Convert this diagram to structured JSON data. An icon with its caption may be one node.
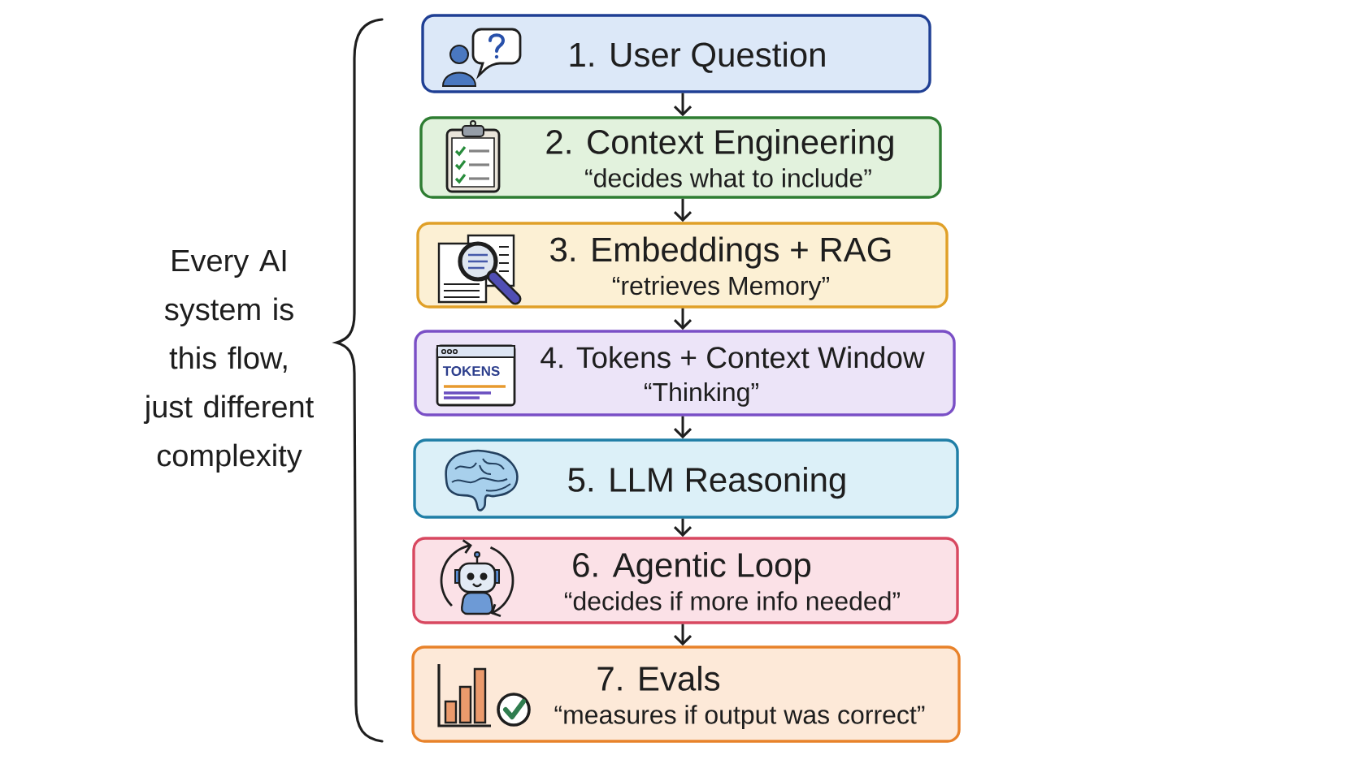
{
  "diagram": {
    "nodes": [
      {
        "text": [
          "1. User Question"
        ]
      },
      {
        "text": [
          "2. Context Engineering",
          "“decides what to include”"
        ]
      },
      {
        "text": [
          "3. Embeddings + RAG",
          "“retrieves Memory”"
        ]
      },
      {
        "text": [
          "4. Tokens + Context Window",
          "“Thinking”"
        ]
      },
      {
        "text": [
          "5. LLM Reasoning"
        ]
      },
      {
        "text": [
          "6. Agentic Loop",
          "“decides if more info needed”"
        ]
      },
      {
        "text": [
          "7. Evals",
          "“measures if output was correct”"
        ]
      }
    ],
    "edges": [
      {
        "from": 0,
        "to": 1,
        "arrow": "to"
      },
      {
        "from": 1,
        "to": 2,
        "arrow": "to"
      },
      {
        "from": 2,
        "to": 3,
        "arrow": "to"
      },
      {
        "from": 3,
        "to": 4,
        "arrow": "to"
      },
      {
        "from": 4,
        "to": 5,
        "arrow": "to"
      },
      {
        "from": 5,
        "to": 6,
        "arrow": "to"
      }
    ],
    "labels": [
      "Every AI system is this flow, just different complexity",
      "TOKENS"
    ]
  }
}
